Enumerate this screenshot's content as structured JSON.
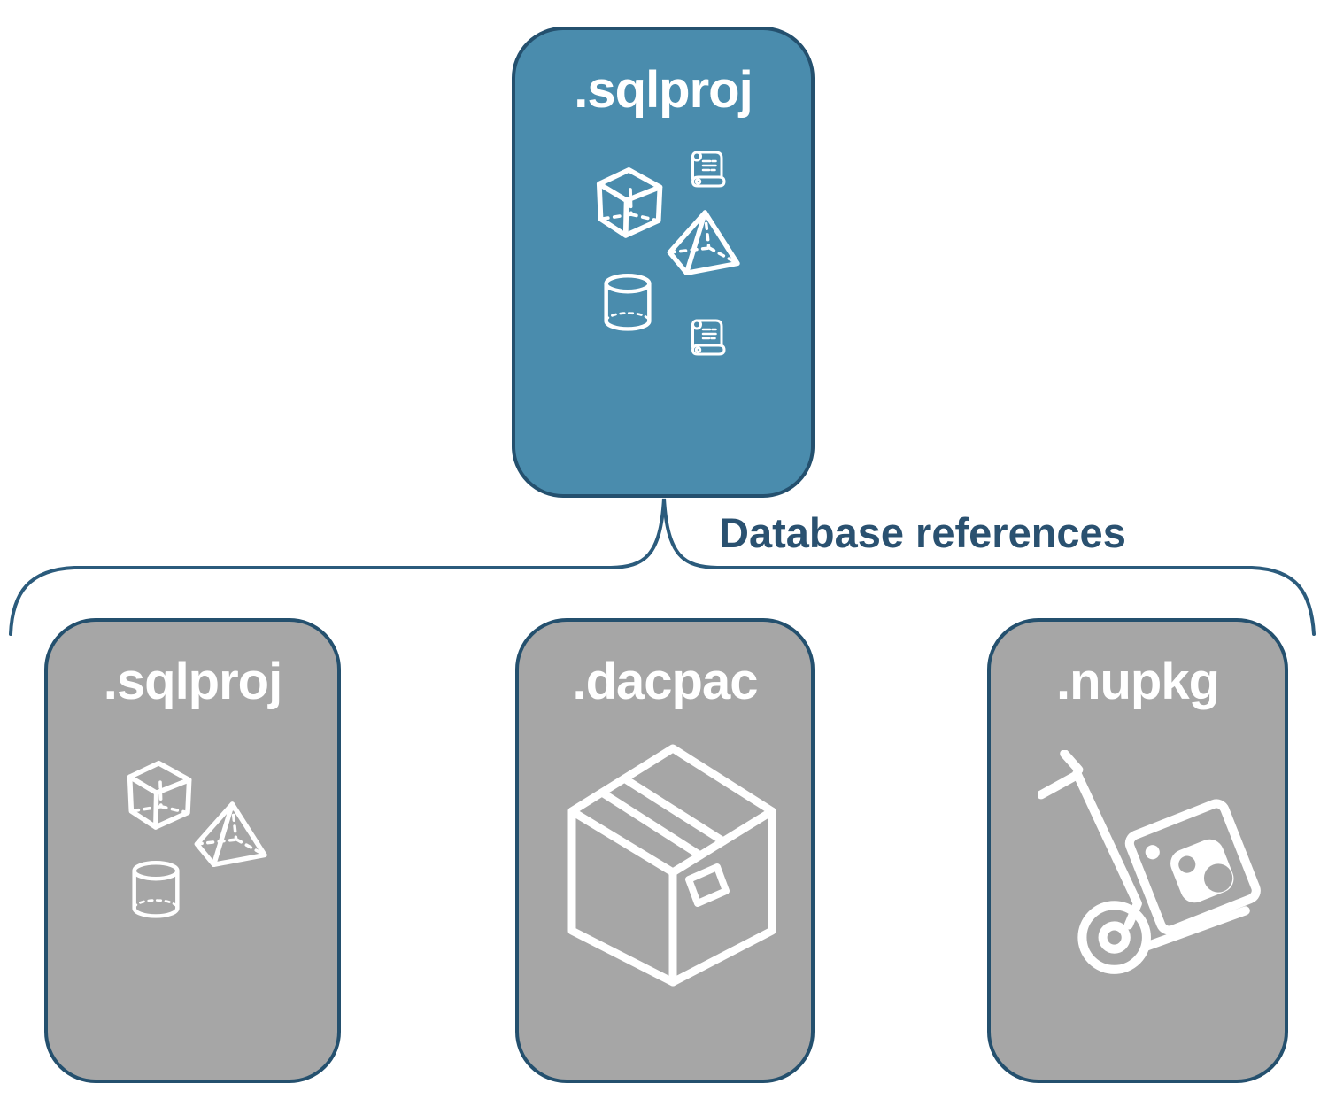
{
  "diagram": {
    "annotation": "Database references",
    "colors": {
      "root_fill": "#4A8CAD",
      "child_fill": "#A6A6A6",
      "node_outline": "#24506E",
      "connector": "#2B5B7C",
      "annotation_text": "#2A5170",
      "icon_stroke": "#FFFFFF"
    },
    "root": {
      "label": ".sqlproj",
      "icons": [
        "scroll-icon",
        "cube-icon",
        "pyramid-icon",
        "cylinder-icon",
        "scroll-icon"
      ]
    },
    "children": [
      {
        "label": ".sqlproj",
        "icons": [
          "cube-icon",
          "pyramid-icon",
          "cylinder-icon"
        ]
      },
      {
        "label": ".dacpac",
        "icons": [
          "package-box-icon"
        ]
      },
      {
        "label": ".nupkg",
        "icons": [
          "hand-truck-package-icon"
        ]
      }
    ]
  }
}
